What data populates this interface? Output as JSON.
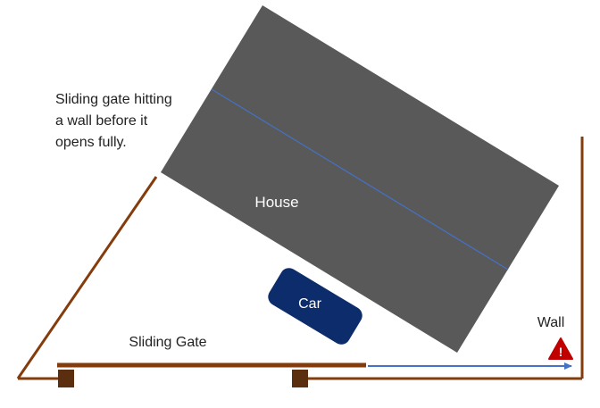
{
  "annotation": {
    "lines": [
      "Sliding gate hitting",
      "a wall before it",
      "opens fully."
    ]
  },
  "labels": {
    "house": "House",
    "car": "Car",
    "sliding_gate": "Sliding Gate",
    "wall": "Wall",
    "warning_glyph": "!"
  },
  "colors": {
    "house_fill": "#595959",
    "house_ridge": "#4472c4",
    "fence": "#843c0c",
    "gate": "#843c0c",
    "post": "#5a2e0e",
    "car_fill": "#0d2c6b",
    "arrow": "#4472c4",
    "warning": "#c00000",
    "text": "#222222",
    "light_text": "#ffffff"
  },
  "icons": {
    "warning": "warning-triangle-icon",
    "arrow": "slide-direction-arrow-icon"
  }
}
